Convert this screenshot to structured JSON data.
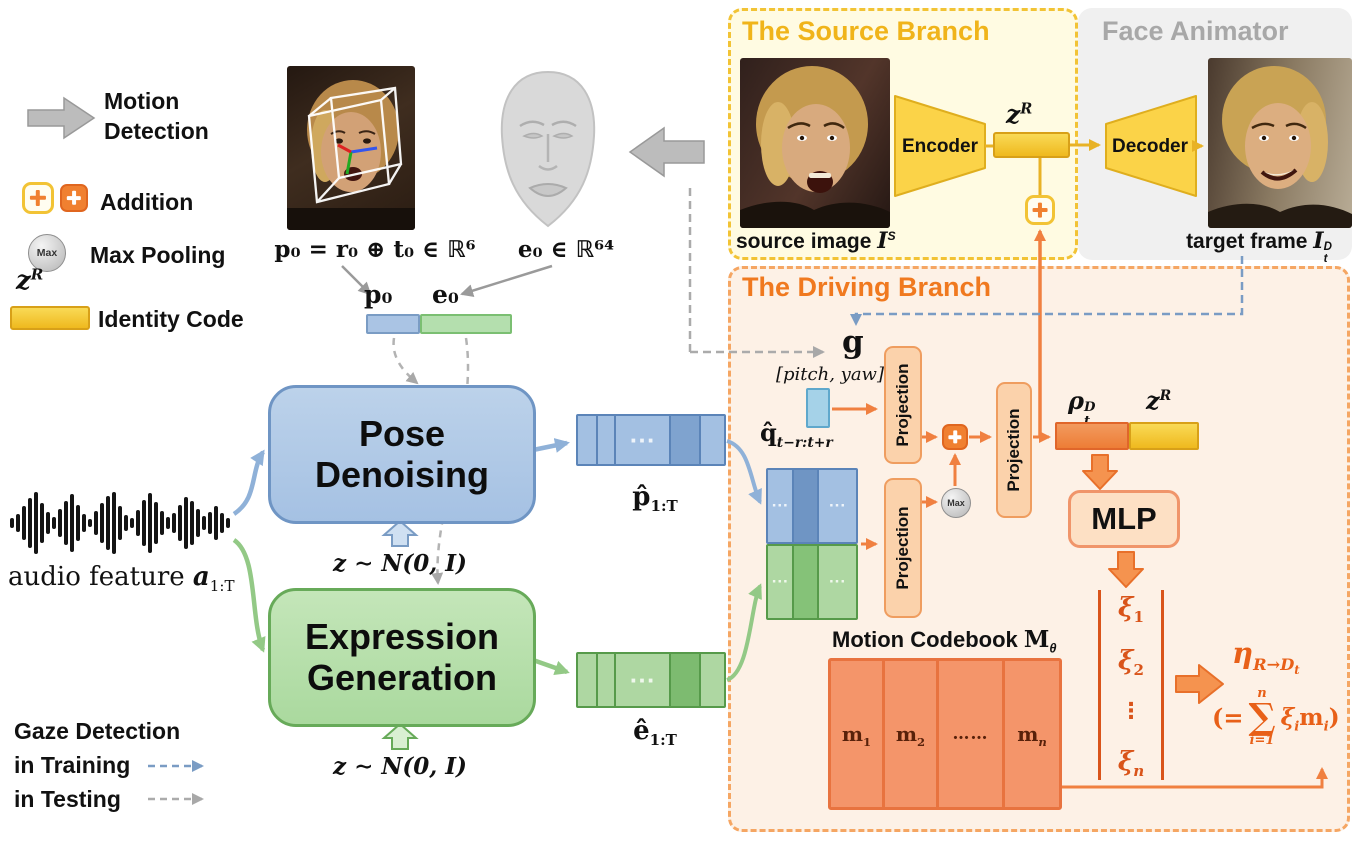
{
  "legend": {
    "motion_line1": "Motion",
    "motion_line2": "Detection",
    "addition": "Addition",
    "max_icon": "Max",
    "max_pooling": "Max Pooling",
    "z_base": "z",
    "z_sup": "R",
    "identity_code": "Identity Code",
    "gaze_detection": "Gaze Detection",
    "in_training": "in Training",
    "in_testing": "in Testing"
  },
  "extraction": {
    "pose_formula": "p₀ = r₀ ⊕ t₀ ∈ ℝ⁶",
    "expr_formula": "e₀ ∈ ℝ⁶⁴",
    "p0_label": "p₀",
    "e0_label": "e₀"
  },
  "generators": {
    "audio_prefix": "audio feature ",
    "audio_sym": "a",
    "audio_sub": "1:T",
    "pose_line1": "Pose",
    "pose_line2": "Denoising",
    "expr_line1": "Expression",
    "expr_line2": "Generation",
    "noise_label": "z ∼ N(0, I)",
    "p_hat_base": "p̂",
    "p_hat_sub": "1:T",
    "e_hat_base": "ê",
    "e_hat_sub": "1:T",
    "dots": "···"
  },
  "source_branch": {
    "title": "The Source Branch",
    "encoder": "Encoder",
    "z_base": "z",
    "z_sup": "R",
    "caption_prefix": "source image ",
    "caption_sym": "I",
    "caption_sup": "S"
  },
  "face_animator": {
    "title": "Face Animator",
    "decoder": "Decoder",
    "caption_prefix": "target frame ",
    "caption_sym": "I",
    "caption_sup": "D",
    "caption_sub": "t"
  },
  "driving_branch": {
    "title": "The Driving Branch",
    "g_label": "g",
    "pitch_yaw": "[pitch, yaw]",
    "projection": "Projection",
    "q_hat_base": "q̂",
    "q_hat_sub": "t−r:t+r",
    "max_icon": "Max",
    "rho_base": "ρ",
    "rho_sup": "D",
    "rho_sub": "t",
    "z_base": "z",
    "z_sup": "R",
    "mlp": "MLP",
    "xi1_base": "ξ",
    "xi1_sub": "1",
    "xi2_base": "ξ",
    "xi2_sub": "2",
    "xi_dots": "⋮",
    "xin_base": "ξ",
    "xin_sub": "n",
    "codebook_prefix": "Motion Codebook ",
    "codebook_sym": "M",
    "codebook_sub": "θ",
    "m1_base": "m",
    "m1_sub": "1",
    "m2_base": "m",
    "m2_sub": "2",
    "m_dots": "……",
    "mn_base": "m",
    "mn_sub": "n",
    "eta_base": "η",
    "eta_sub_main": "R→D",
    "eta_sub_sub": "t",
    "sum_open": "(=",
    "sum_top": "n",
    "sum_sigma": "∑",
    "sum_bottom": "i=1",
    "term_xi": "ξ",
    "term_xi_sub": "i",
    "term_m": "m",
    "term_m_sub": "i",
    "term_close": ")",
    "dots": "···"
  }
}
